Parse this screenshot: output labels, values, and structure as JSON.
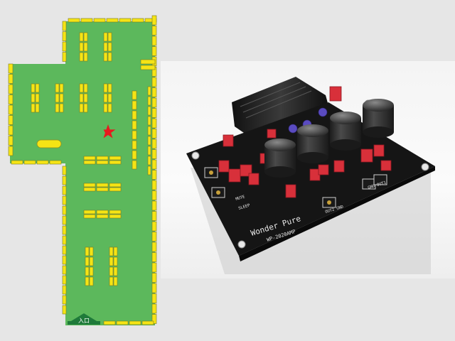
{
  "store_map": {
    "entrance_label": "入口",
    "current_location_marker": "star",
    "colors": {
      "floor": "#5cb85c",
      "shelf": "#f5e415",
      "shelf_outline": "#7a7a20",
      "marker": "#e8191e",
      "entrance": "#1f7a3a"
    }
  },
  "product_photo": {
    "brand_text": "Wonder Pure",
    "model_text": "WP-2020AMP",
    "labels": [
      "MUTE",
      "SLEEP",
      "OUT2 GND",
      "GND OUT1"
    ],
    "colors": {
      "board": "#161616",
      "capacitor": "#2b2b2b",
      "capacitor_sleeve": "#6a6a6a",
      "film_capacitor": "#d8303a",
      "small_capacitor": "#5a4bc0"
    }
  }
}
